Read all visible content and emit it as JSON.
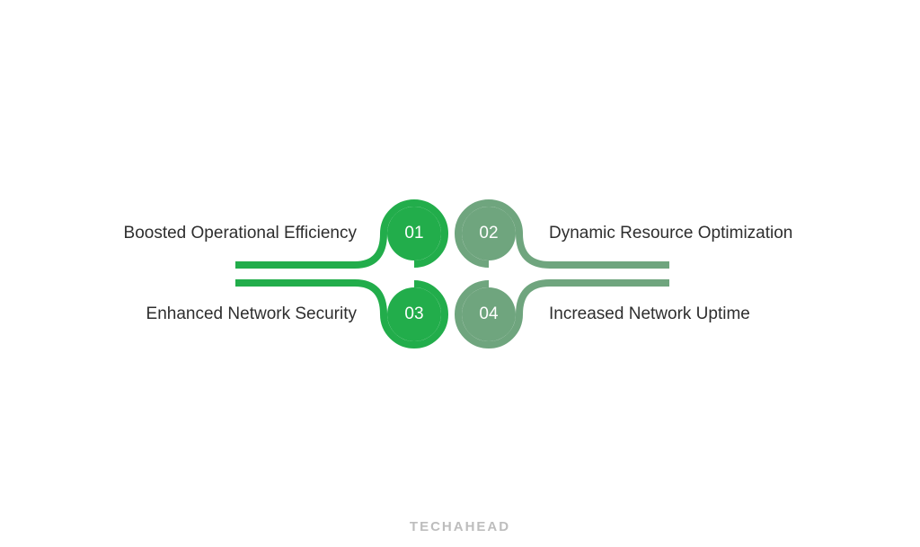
{
  "items": [
    {
      "number": "01",
      "label": "Boosted Operational Efficiency"
    },
    {
      "number": "02",
      "label": "Dynamic Resource Optimization"
    },
    {
      "number": "03",
      "label": "Enhanced Network Security"
    },
    {
      "number": "04",
      "label": "Increased Network Uptime"
    }
  ],
  "colors": {
    "green": "#22ad4b",
    "sage": "#6fa57e"
  },
  "logo": "TECHAHEAD"
}
